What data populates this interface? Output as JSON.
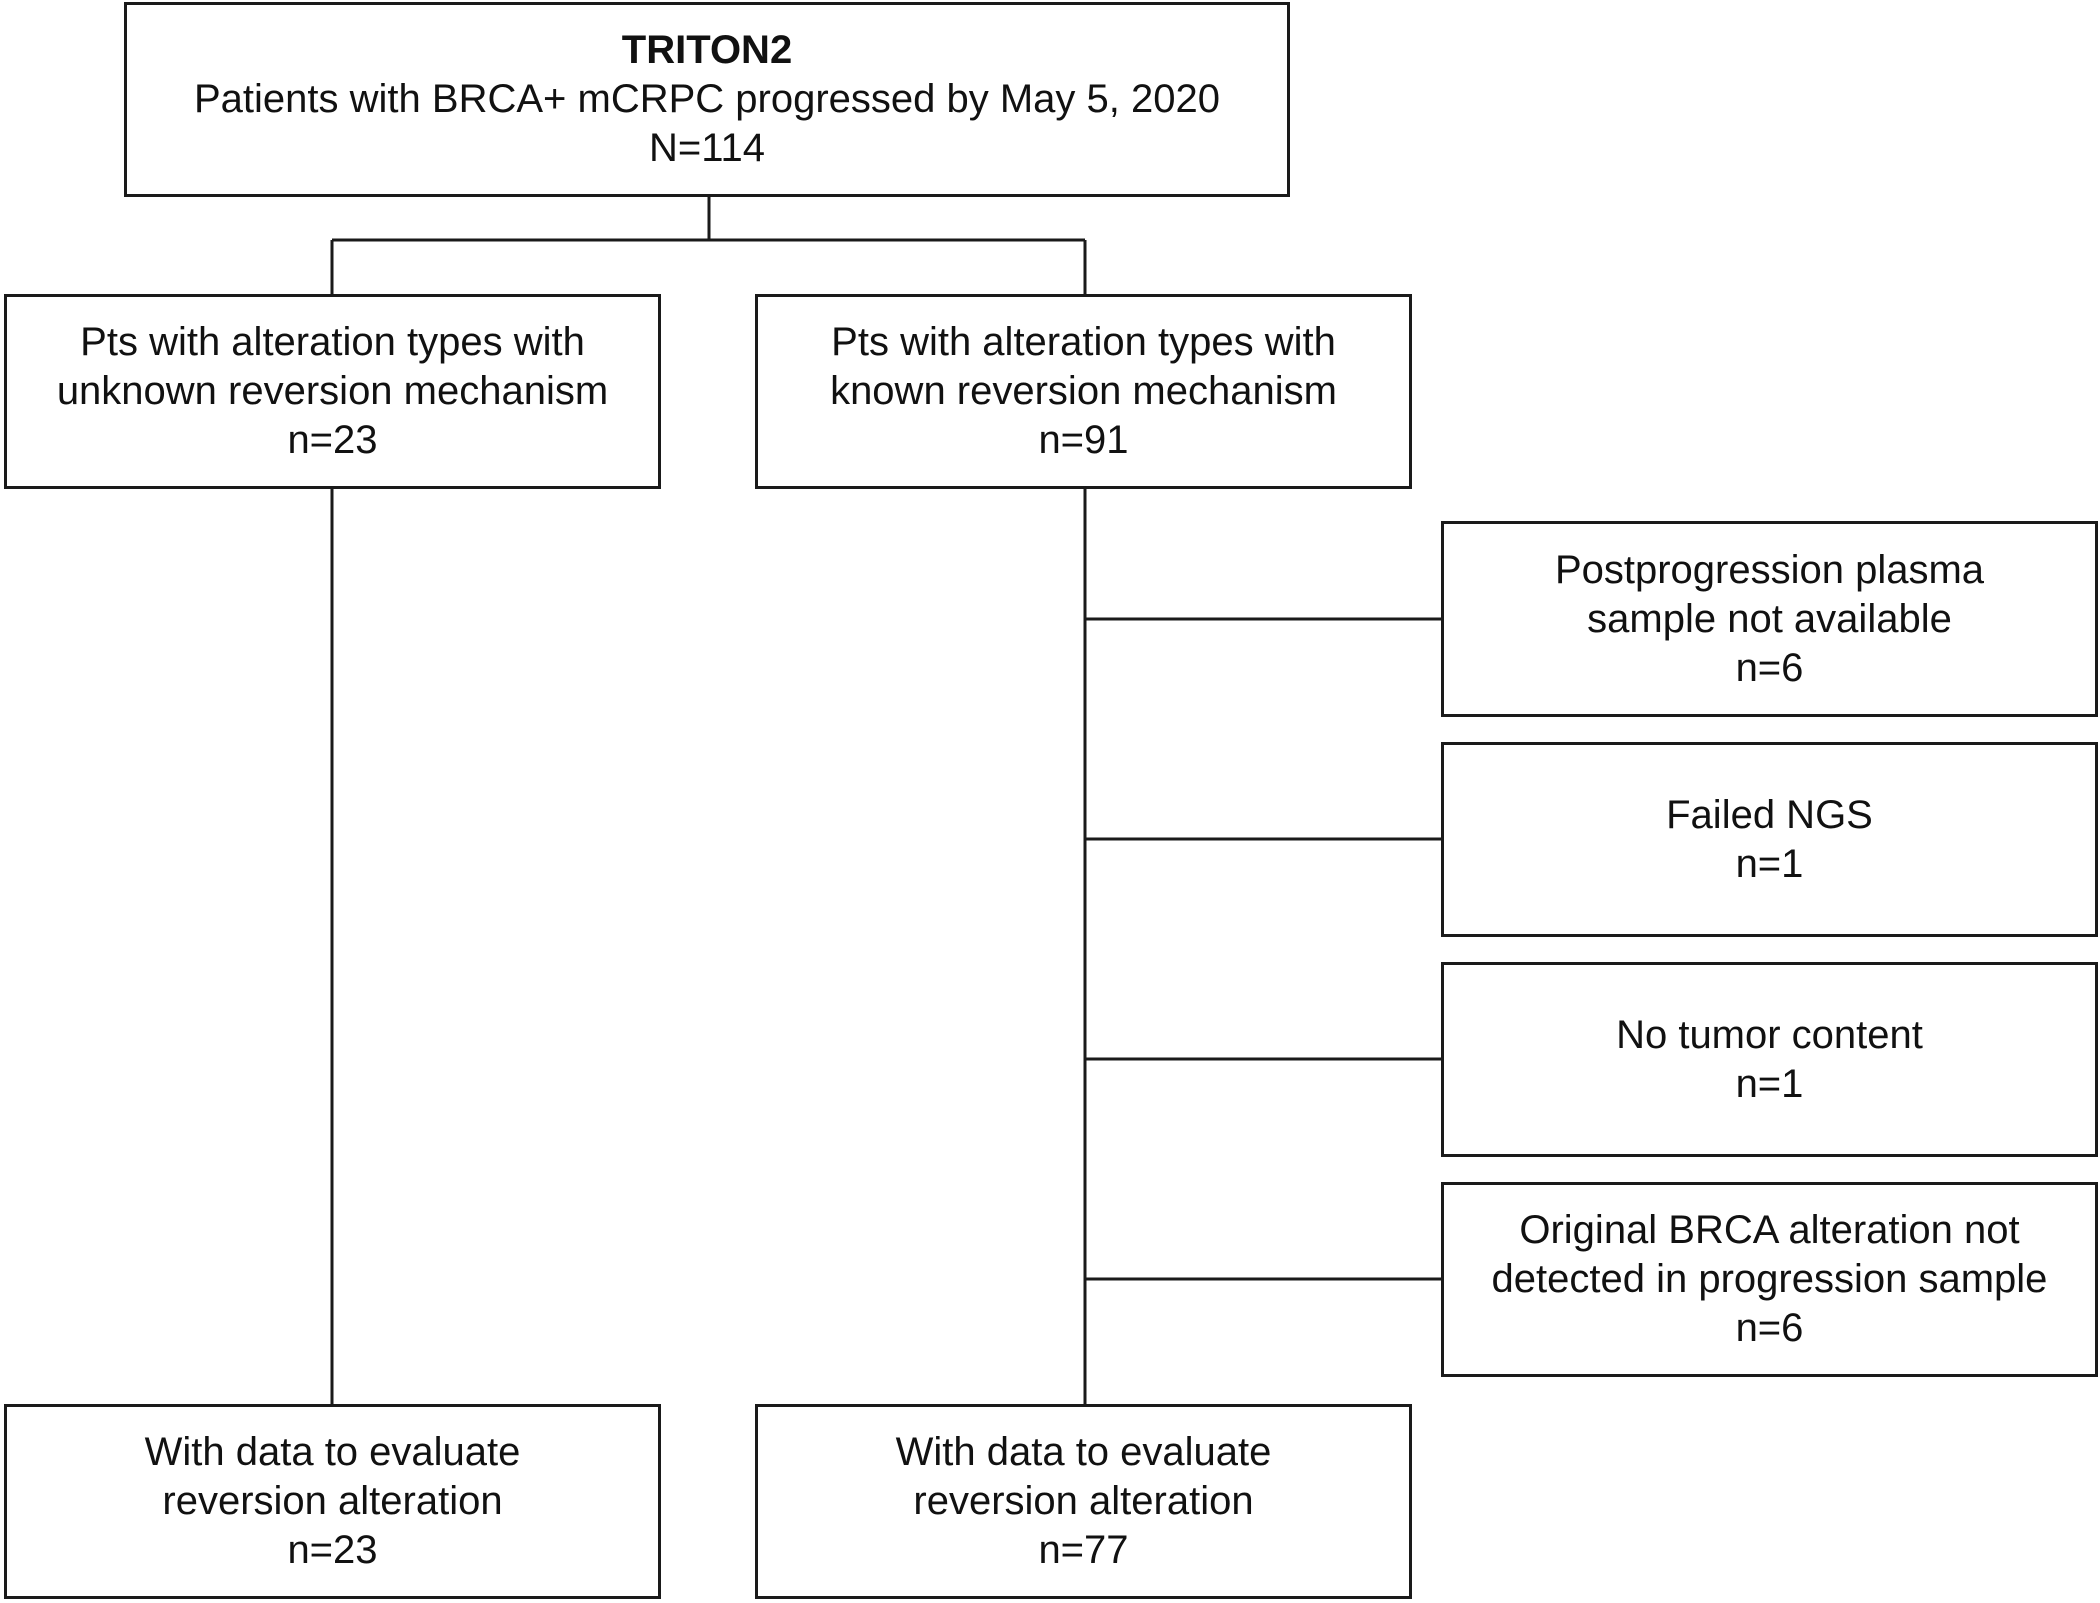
{
  "diagram": {
    "top": {
      "title": "TRITON2",
      "line1": "Patients with BRCA+ mCRPC progressed by May 5, 2020",
      "count": "N=114"
    },
    "unknown": {
      "line1": "Pts with alteration types with",
      "line2": "unknown reversion mechanism",
      "count": "n=23"
    },
    "known": {
      "line1": "Pts with alteration types with",
      "line2": "known reversion mechanism",
      "count": "n=91"
    },
    "exclusions": [
      {
        "line1": "Postprogression plasma",
        "line2": "sample not available",
        "count": "n=6"
      },
      {
        "line1": "Failed NGS",
        "count": "n=1"
      },
      {
        "line1": "No tumor content",
        "count": "n=1"
      },
      {
        "line1": "Original BRCA alteration not",
        "line2": "detected in progression sample",
        "count": "n=6"
      }
    ],
    "eval_unknown": {
      "line1": "With data to evaluate",
      "line2": "reversion alteration",
      "count": "n=23"
    },
    "eval_known": {
      "line1": "With data to evaluate",
      "line2": "reversion alteration",
      "count": "n=77"
    }
  }
}
